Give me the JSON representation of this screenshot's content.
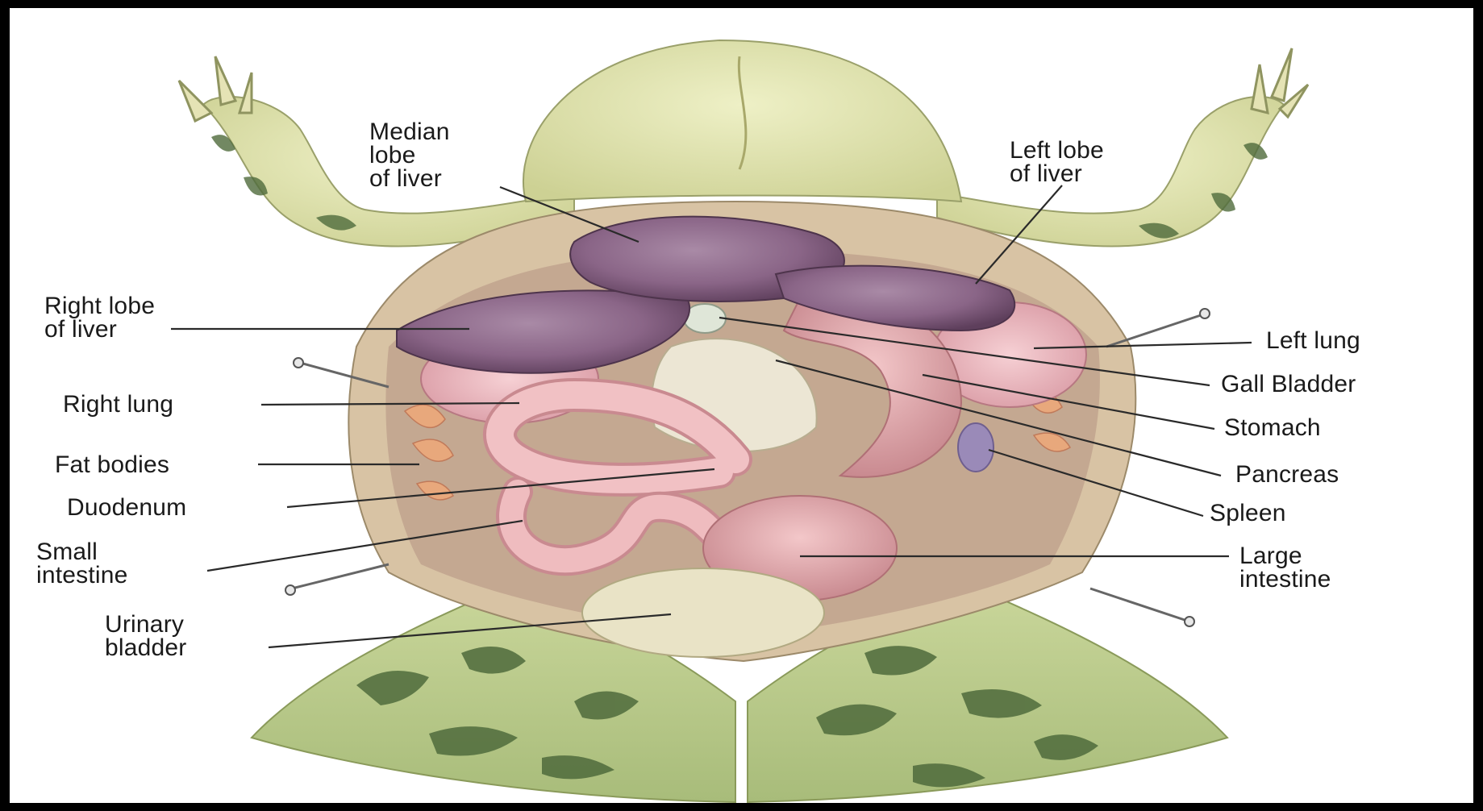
{
  "diagram": {
    "labels": {
      "median_lobe": [
        "Median",
        "lobe",
        "of liver"
      ],
      "left_lobe": [
        "Left lobe",
        "of liver"
      ],
      "right_lobe": [
        "Right lobe",
        "of liver"
      ],
      "right_lung": "Right lung",
      "fat_bodies": "Fat bodies",
      "duodenum": "Duodenum",
      "small_intestine": [
        "Small",
        "intestine"
      ],
      "urinary_bladder": [
        "Urinary",
        "bladder"
      ],
      "left_lung": "Left lung",
      "gall_bladder": "Gall Bladder",
      "stomach": "Stomach",
      "pancreas": "Pancreas",
      "spleen": "Spleen",
      "large_intestine": [
        "Large",
        "intestine"
      ]
    }
  }
}
